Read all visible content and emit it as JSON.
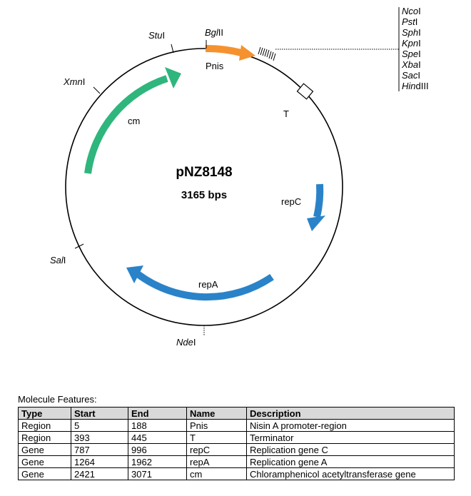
{
  "plasmid": {
    "name": "pNZ8148",
    "size": "3165 bps"
  },
  "sites": {
    "stu": {
      "italic": "Stu",
      "suffix": "I"
    },
    "bgl": {
      "italic": "Bgl",
      "suffix": "II"
    },
    "xmn": {
      "italic": "Xmn",
      "suffix": "I"
    },
    "sal": {
      "italic": "Sal",
      "suffix": "I"
    },
    "nde": {
      "italic": "Nde",
      "suffix": "I"
    }
  },
  "mcs_sites": [
    {
      "italic": "Nco",
      "suffix": "I"
    },
    {
      "italic": "Pst",
      "suffix": "I"
    },
    {
      "italic": "Sph",
      "suffix": "I"
    },
    {
      "italic": "Kpn",
      "suffix": "I"
    },
    {
      "italic": "Spe",
      "suffix": "I"
    },
    {
      "italic": "Xba",
      "suffix": "I"
    },
    {
      "italic": "Sac",
      "suffix": "I"
    },
    {
      "italic": "Hin",
      "suffix": "dIII"
    }
  ],
  "map_labels": {
    "pnis": "Pnis",
    "terminator": "T",
    "cm": "cm",
    "repc": "repC",
    "repa": "repA"
  },
  "colors": {
    "pnis": "#f5922f",
    "cm": "#2eb67d",
    "rep": "#2a83c8"
  },
  "table": {
    "caption": "Molecule Features:",
    "headers": [
      "Type",
      "Start",
      "End",
      "Name",
      "Description"
    ],
    "rows": [
      [
        "Region",
        "5",
        "188",
        "Pnis",
        "Nisin A promoter-region"
      ],
      [
        "Region",
        "393",
        "445",
        "T",
        "Terminator"
      ],
      [
        "Gene",
        "787",
        "996",
        "repC",
        "Replication gene C"
      ],
      [
        "Gene",
        "1264",
        "1962",
        "repA",
        "Replication gene A"
      ],
      [
        "Gene",
        "2421",
        "3071",
        "cm",
        "Chloramphenicol acetyltransferase gene"
      ]
    ]
  }
}
